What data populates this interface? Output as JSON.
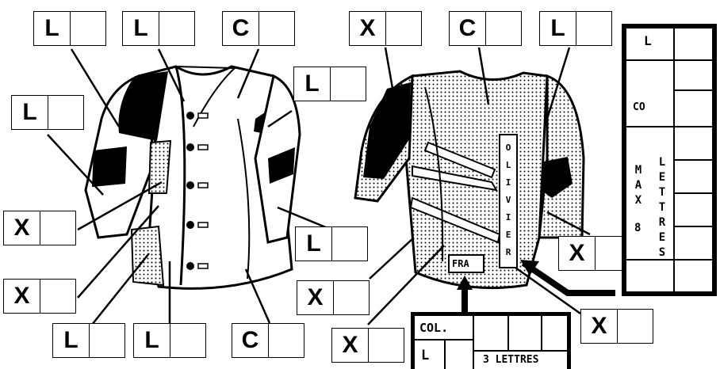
{
  "labels": {
    "L": "L",
    "C": "C",
    "X": "X"
  },
  "name_panel": {
    "top_code": "L",
    "color_code": "CO",
    "max_word": [
      "M",
      "A",
      "X"
    ],
    "max_number": "8",
    "letters_word": [
      "L",
      "E",
      "T",
      "T",
      "R",
      "E",
      "S"
    ]
  },
  "country_panel": {
    "col_label": "COL.",
    "code_letter": "L",
    "letters_label": "3 LETTRES"
  },
  "jacket_back": {
    "name_letters": [
      "O",
      "L",
      "I",
      "V",
      "I",
      "E",
      "R"
    ],
    "country": "FRA"
  }
}
